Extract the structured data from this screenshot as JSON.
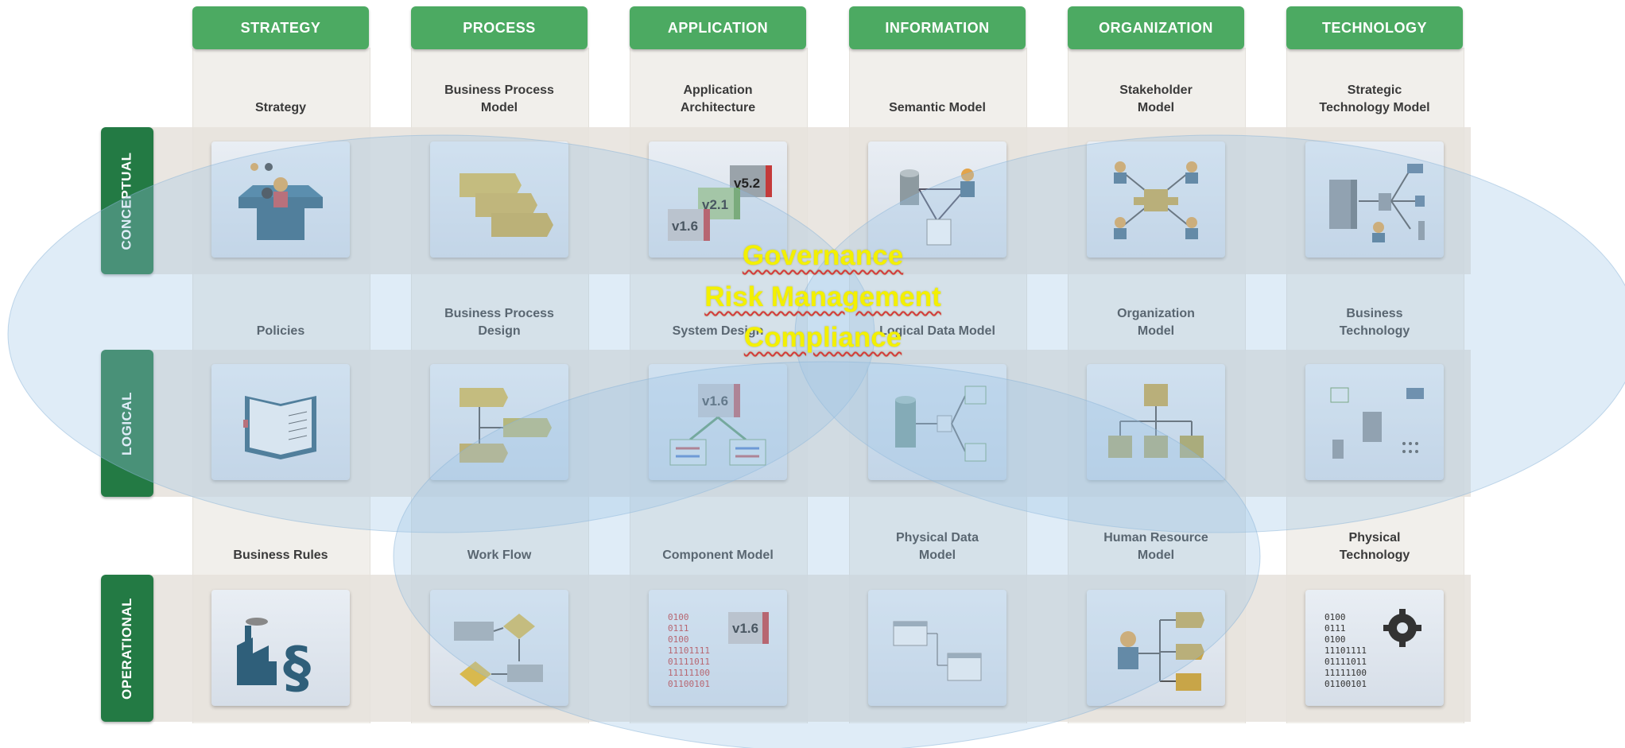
{
  "columns": [
    {
      "label": "STRATEGY"
    },
    {
      "label": "PROCESS"
    },
    {
      "label": "APPLICATION"
    },
    {
      "label": "INFORMATION"
    },
    {
      "label": "ORGANIZATION"
    },
    {
      "label": "TECHNOLOGY"
    }
  ],
  "rows": [
    {
      "label": "CONCEPTUAL"
    },
    {
      "label": "LOGICAL"
    },
    {
      "label": "OPERATIONAL"
    }
  ],
  "cells": {
    "conceptual": [
      "Strategy",
      "Business Process\nModel",
      "Application\nArchitecture",
      "Semantic Model",
      "Stakeholder\nModel",
      "Strategic\nTechnology Model"
    ],
    "logical": [
      "Policies",
      "Business Process\nDesign",
      "System Design",
      "Logical Data Model",
      "Organization\nModel",
      "Business\nTechnology"
    ],
    "operational": [
      "Business Rules",
      "Work Flow",
      "Component Model",
      "Physical Data\nModel",
      "Human Resource\nModel",
      "Physical\nTechnology"
    ]
  },
  "icons": {
    "conceptual": [
      "strategy-meeting-icon",
      "process-blocks-icon",
      "version-boxes-icon",
      "database-person-icon",
      "stakeholder-network-icon",
      "server-network-icon"
    ],
    "logical": [
      "binder-icon",
      "process-flow-icon",
      "system-design-icon",
      "logical-data-icon",
      "org-chart-icon",
      "tech-devices-icon"
    ],
    "operational": [
      "factory-law-icon",
      "workflow-diamond-icon",
      "binary-code-icon",
      "physical-data-icon",
      "hr-person-icon",
      "binary-gear-icon"
    ]
  },
  "version_tags": {
    "v52": "v5.2",
    "v21": "v2.1",
    "v16": "v1.6"
  },
  "binary_text": [
    "0100",
    "0111",
    "0100",
    "11101111",
    "01111011",
    "11111100",
    "01100101"
  ],
  "overlay": {
    "line1": "Governance",
    "line2": "Risk Management",
    "line3": "Compliance"
  },
  "colors": {
    "column_header": "#4caa62",
    "row_header": "#237a44",
    "ellipse_fill": "#9cc4e6",
    "overlay_text": "#f3f000"
  }
}
